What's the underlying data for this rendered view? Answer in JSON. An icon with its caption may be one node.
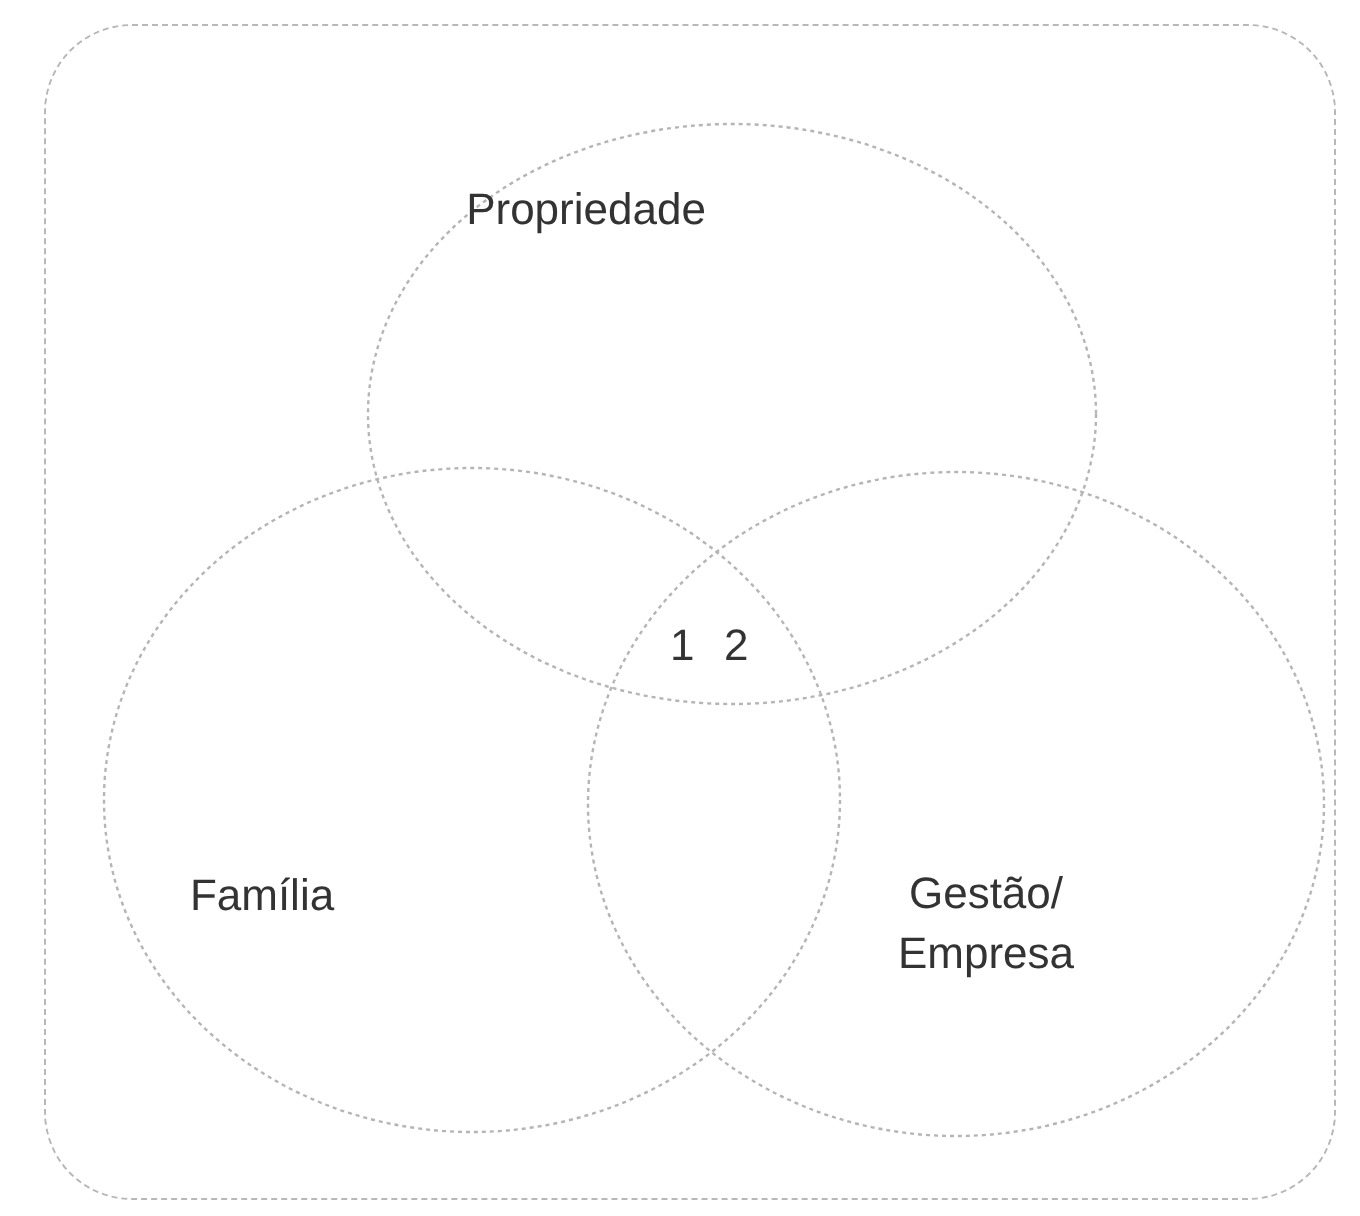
{
  "diagram": {
    "nodes": [
      {
        "text": [],
        "shape": "box"
      },
      {
        "text": [
          "Propriedade"
        ],
        "in": 0
      },
      {
        "text": [
          "Família"
        ],
        "in": 0
      },
      {
        "text": [
          "Gestão/ Empresa"
        ],
        "in": 0
      }
    ],
    "labels": [
      "1",
      "2"
    ]
  }
}
